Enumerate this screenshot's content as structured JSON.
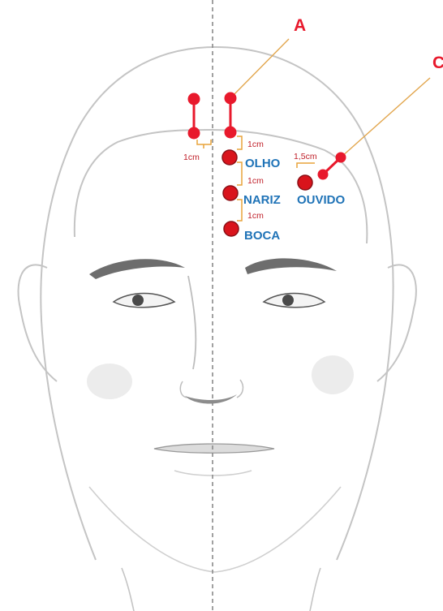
{
  "colors": {
    "label_blue": "#1f73b7",
    "marker_red": "#e8192c",
    "marker_dark": "#a8141c",
    "bracket_orange": "#e8a33a",
    "leader_line": "#e2a64d",
    "outline": "#bdbdbd",
    "midline": "#8a8a8a"
  },
  "labels": {
    "A": "A",
    "C": "C",
    "olho": "OLHO",
    "nariz": "NARIZ",
    "boca": "BOCA",
    "ouvido": "OUVIDO",
    "spacing_1cm": "1cm",
    "spacing_1_5cm": "1,5cm"
  }
}
